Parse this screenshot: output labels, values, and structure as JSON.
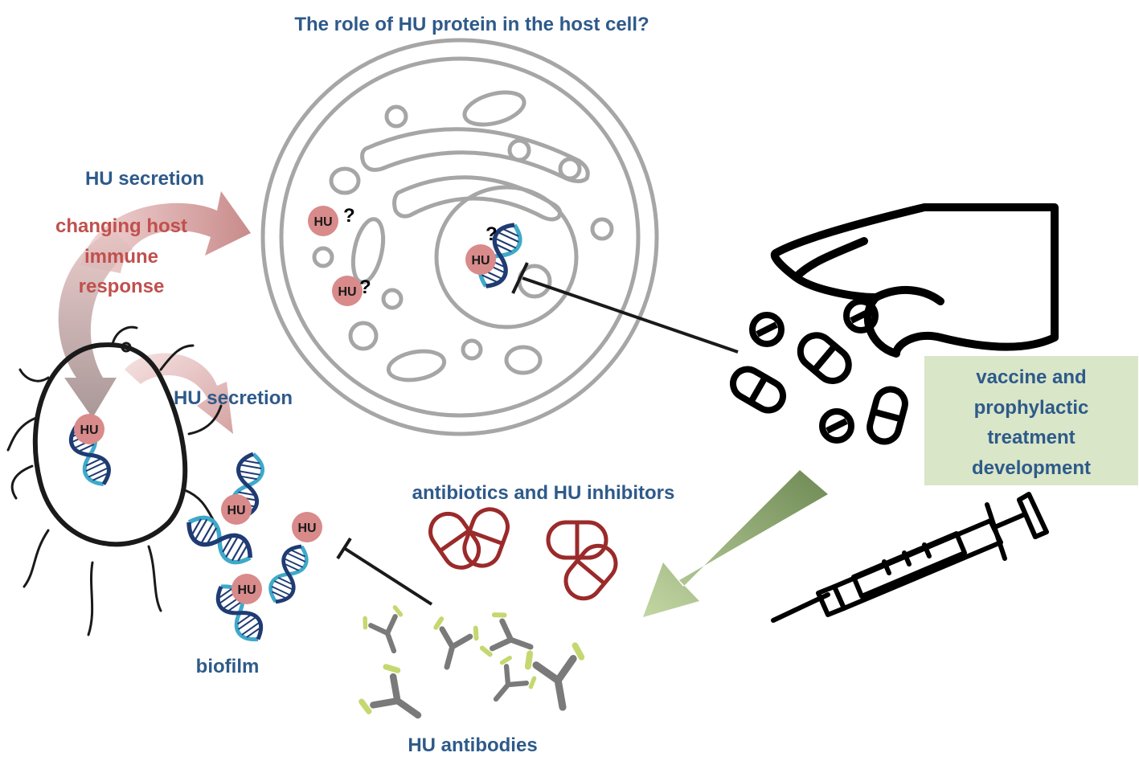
{
  "title": "The role of HU protein in the host cell?",
  "labels": {
    "hu_secretion_top": "HU secretion",
    "changing_host": [
      "changing host",
      "immune",
      "response"
    ],
    "hu_secretion_bacterium": "HU secretion",
    "biofilm": "biofilm",
    "antibiotics": "antibiotics and HU inhibitors",
    "antibodies": "HU antibodies",
    "vaccine": [
      "vaccine and",
      "prophylactic",
      "treatment",
      "development"
    ]
  },
  "hu_label": "HU",
  "question_mark": "?",
  "colors": {
    "blue_text": "#2e5a8a",
    "red_text": "#c0504d",
    "hu_circle": "#d98a8a",
    "dna_blue": "#3fa9c9",
    "dna_navy": "#1f3b73",
    "cell_gray": "#a6a6a6",
    "pill_red": "#9b2a2a",
    "antibody_gray": "#7a7a7a",
    "antibody_green": "#c4d870",
    "green_arrow": "#8fa86a",
    "box_green": "#d9e6c8"
  }
}
